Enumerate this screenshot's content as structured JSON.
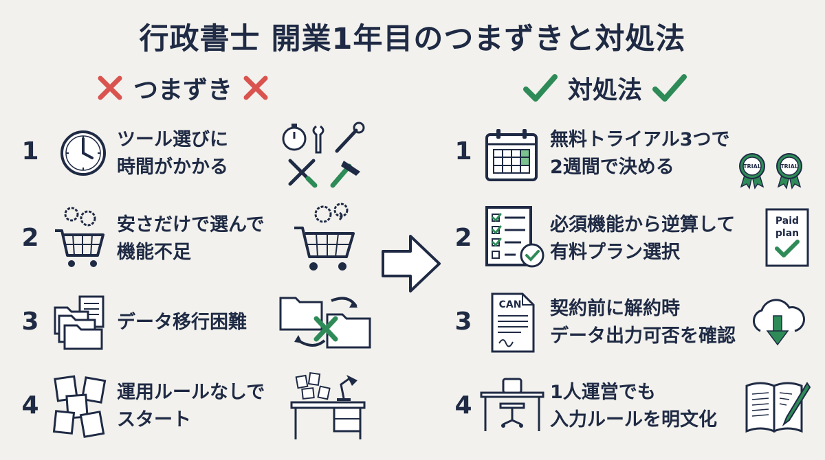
{
  "title": "行政書士 開業1年目のつまずきと対処法",
  "left_header": {
    "label": "つまずき",
    "mark_icon": "cross-icon",
    "mark_color": "#d9534f"
  },
  "right_header": {
    "label": "対処法",
    "mark_icon": "check-icon",
    "mark_color": "#2e8b57"
  },
  "problems": [
    {
      "num": "1",
      "line1": "ツール選びに",
      "line2": "時間がかかる"
    },
    {
      "num": "2",
      "line1": "安さだけで選んで",
      "line2": "機能不足"
    },
    {
      "num": "3",
      "line1": "データ移行困難",
      "line2": ""
    },
    {
      "num": "4",
      "line1": "運用ルールなしで",
      "line2": "スタート"
    }
  ],
  "solutions": [
    {
      "num": "1",
      "line1": "無料トライアル3つで",
      "line2": "2週間で決める",
      "badge_text": "TRIAL"
    },
    {
      "num": "2",
      "line1": "必須機能から逆算して",
      "line2": "有料プラン選択",
      "card_line1": "Paid",
      "card_line2": "plan"
    },
    {
      "num": "3",
      "line1": "契約前に解約時",
      "line2": "データ出力可否を確認",
      "doc_text": "CAN"
    },
    {
      "num": "4",
      "line1": "1人運営でも",
      "line2": "入力ルールを明文化"
    }
  ],
  "colors": {
    "navy": "#1f2a44",
    "red": "#d9534f",
    "green": "#2e8b57",
    "background": "#f2f1ed"
  }
}
